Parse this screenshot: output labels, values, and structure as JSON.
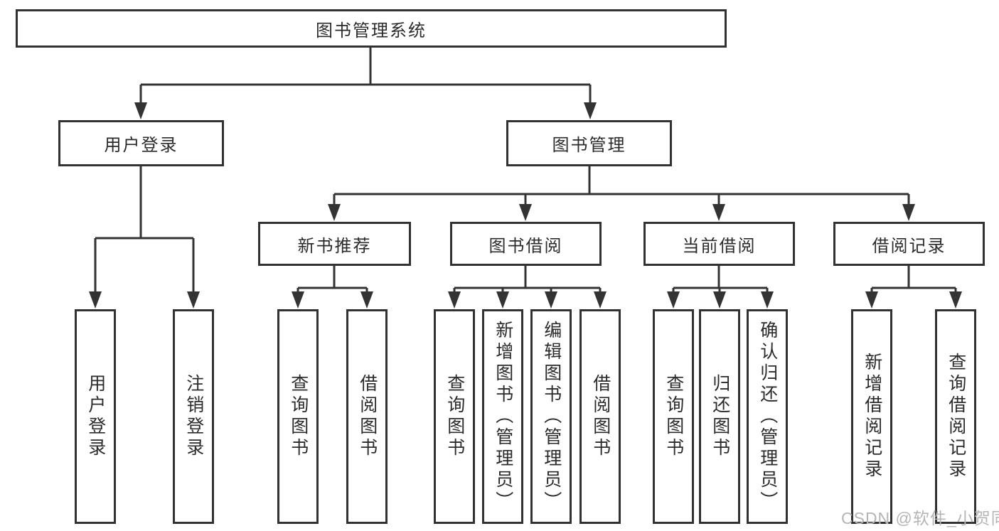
{
  "tree": {
    "root": {
      "label": "图书管理系统"
    },
    "branches": [
      {
        "label": "用户登录",
        "children": [
          "用户登录",
          "注销登录"
        ]
      },
      {
        "label": "图书管理",
        "groups": [
          {
            "label": "新书推荐",
            "children": [
              "查询图书",
              "借阅图书"
            ]
          },
          {
            "label": "图书借阅",
            "children": [
              "查询图书",
              "新增图书（管理员）",
              "编辑图书（管理员）",
              "借阅图书"
            ]
          },
          {
            "label": "当前借阅",
            "children": [
              "查询图书",
              "归还图书",
              "确认归还（管理员）"
            ]
          },
          {
            "label": "借阅记录",
            "children": [
              "新增借阅记录",
              "查询借阅记录"
            ]
          }
        ]
      }
    ]
  },
  "watermark": {
    "text": "CSDN @软件_小贺同学"
  },
  "colors": {
    "background": "#ffffff",
    "border": "#323232",
    "line": "#333333",
    "text": "#2b2b2b",
    "watermark": "#b5b5b5"
  }
}
